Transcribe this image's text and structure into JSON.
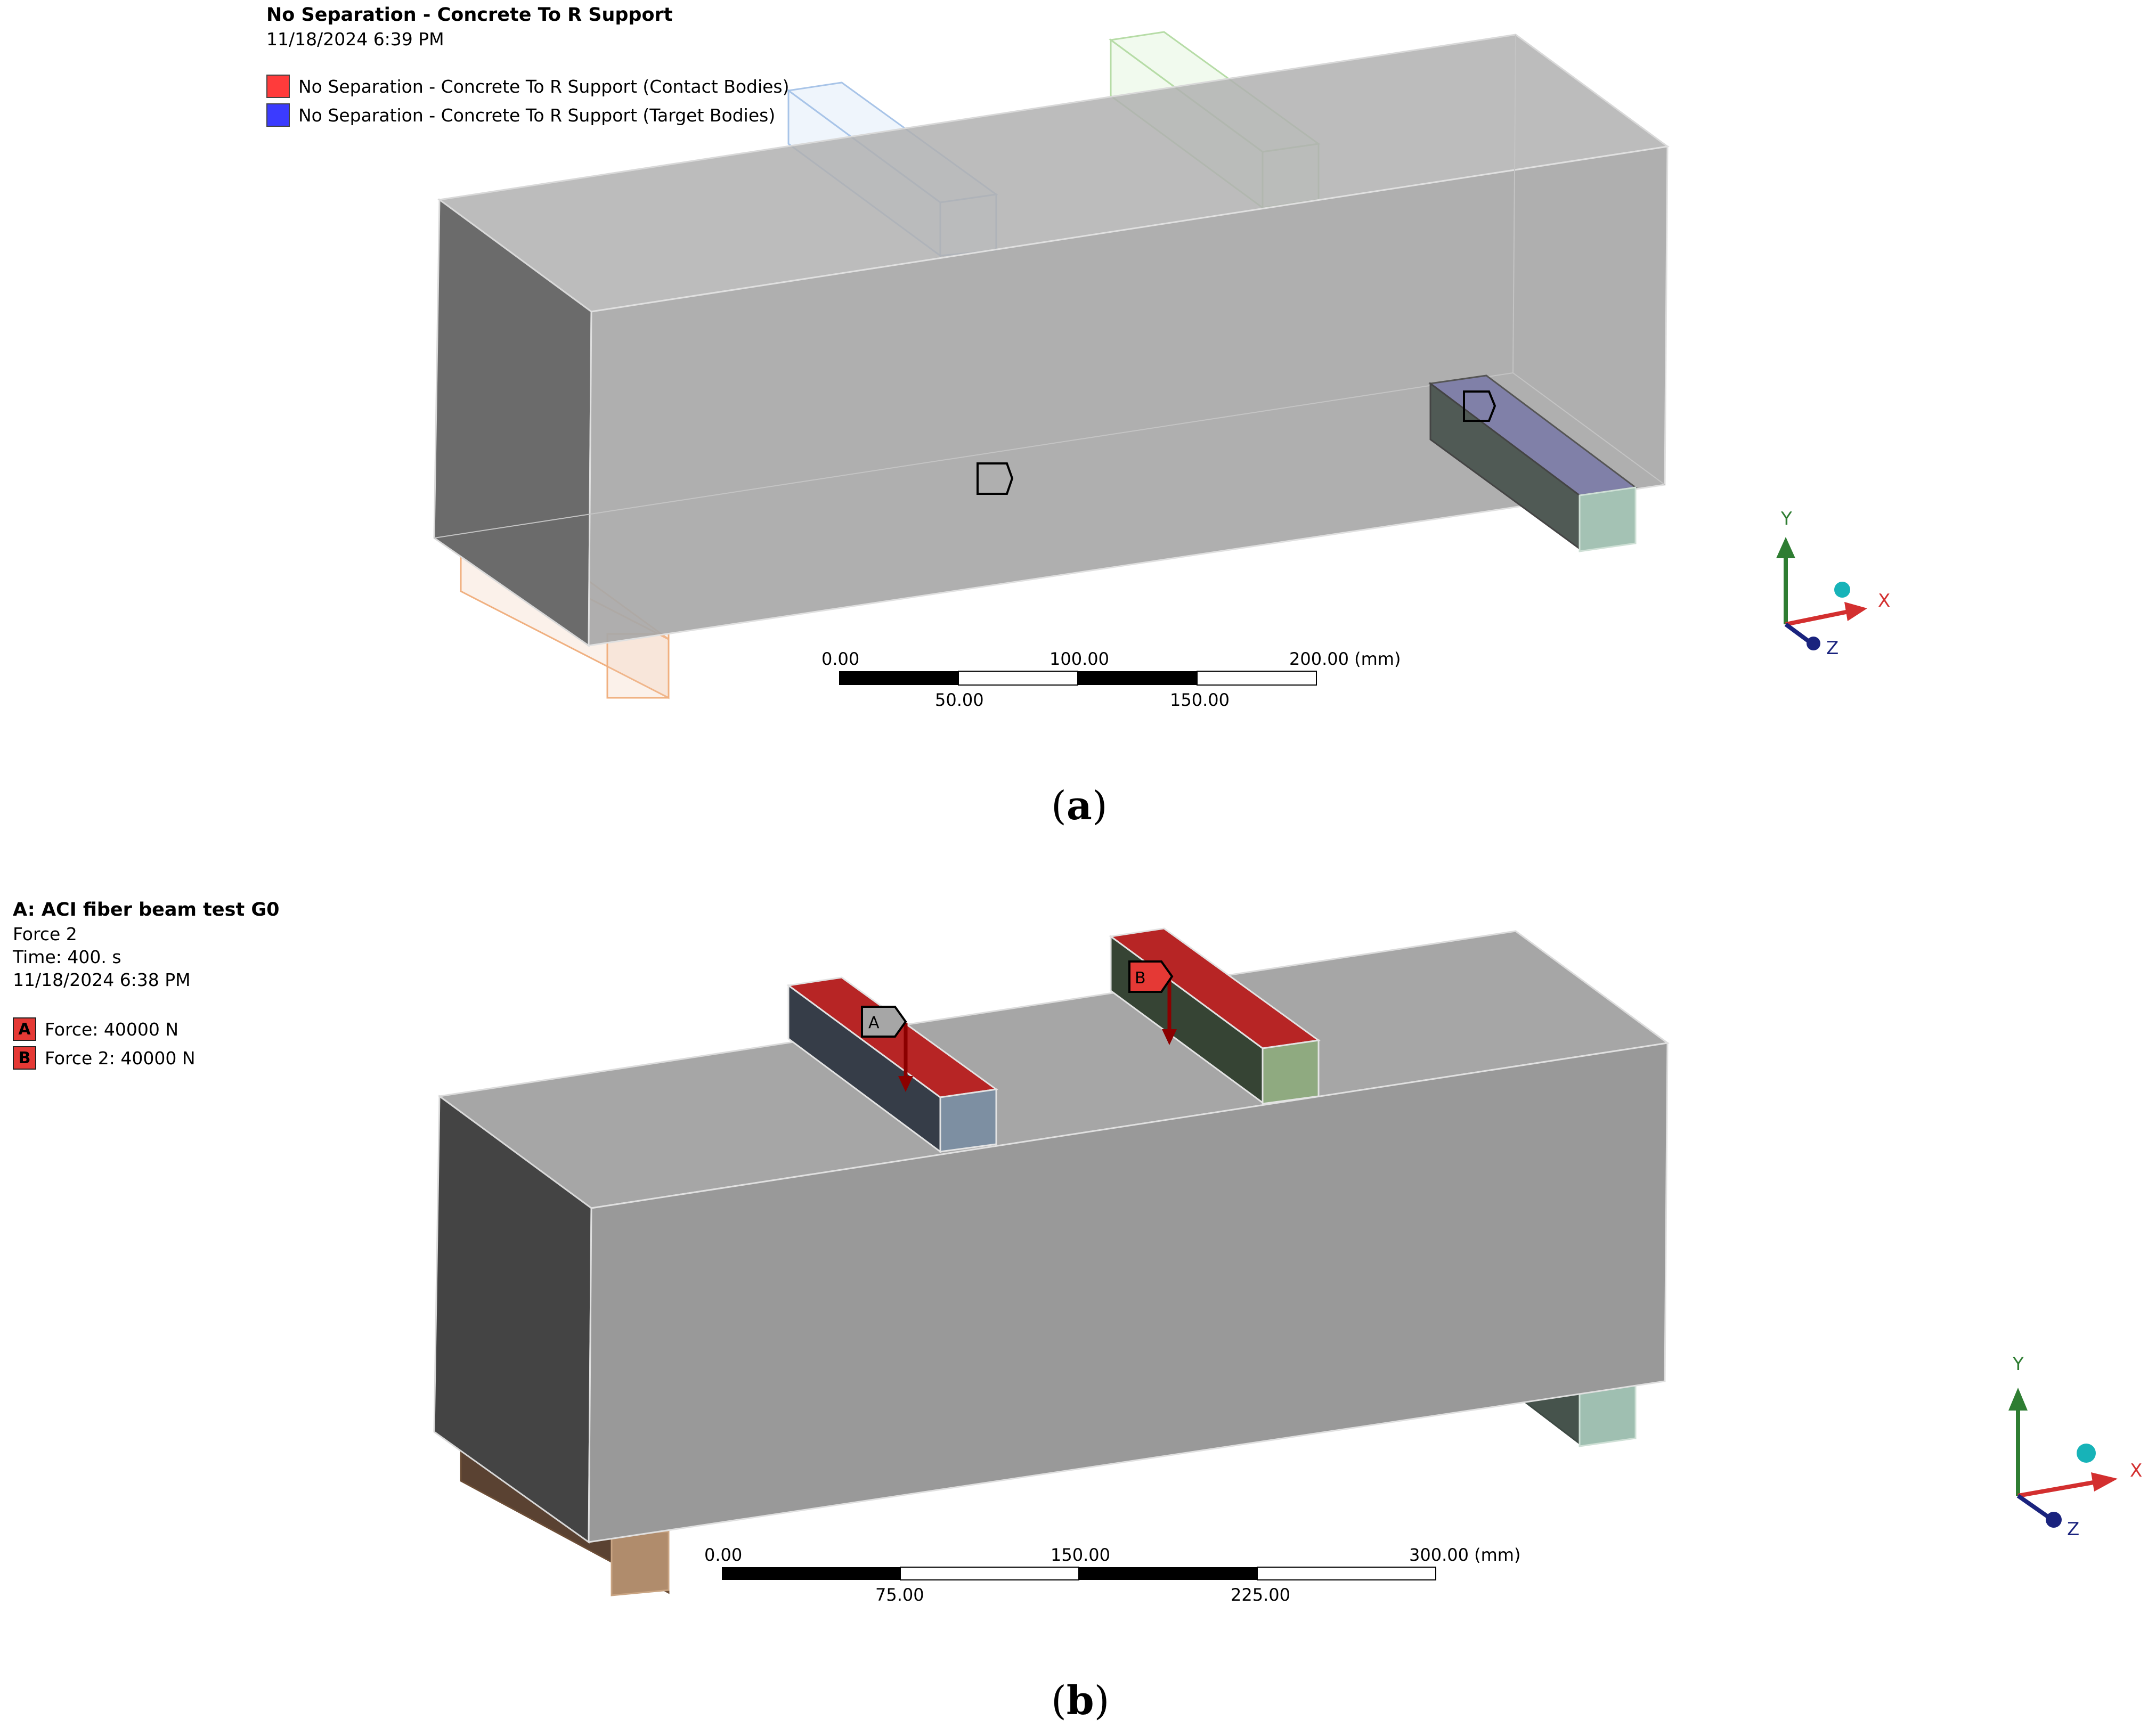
{
  "panel_a": {
    "title": "No Separation - Concrete To R Support",
    "date": "11/18/2024 6:39 PM",
    "legend": [
      {
        "label": "No Separation - Concrete To R Support (Contact Bodies)",
        "color": "#ff3b3b"
      },
      {
        "label": "No Separation - Concrete To R Support (Target Bodies)",
        "color": "#3b3bff"
      }
    ],
    "scale": {
      "top_labels": [
        "0.00",
        "100.00",
        "200.00 (mm)"
      ],
      "bottom_labels": [
        "50.00",
        "150.00"
      ]
    },
    "axes": {
      "x": "X",
      "y": "Y",
      "z": "Z"
    },
    "caption_letter": "a"
  },
  "panel_b": {
    "title": "A: ACI fiber beam test G0",
    "subtitle": "Force 2",
    "time": "Time: 400. s",
    "date": "11/18/2024 6:38 PM",
    "legend": [
      {
        "badge": "A",
        "label": "Force: 40000 N"
      },
      {
        "badge": "B",
        "label": "Force 2: 40000 N"
      }
    ],
    "markers": [
      "A",
      "B"
    ],
    "scale": {
      "top_labels": [
        "0.00",
        "150.00",
        "300.00 (mm)"
      ],
      "bottom_labels": [
        "75.00",
        "225.00"
      ]
    },
    "axes": {
      "x": "X",
      "y": "Y",
      "z": "Z"
    },
    "caption_letter": "b"
  },
  "colors": {
    "beam_front": "#a8a8a8",
    "beam_top": "#b0b0b0",
    "beam_side_a": "#6b6b6b",
    "beam_front_b": "#999999",
    "beam_top_b": "#a6a6a6",
    "beam_side_b": "#444444",
    "force_red": "#c62828",
    "axis_x": "#d32f2f",
    "axis_y": "#2e7d32",
    "axis_z": "#1a237e"
  }
}
